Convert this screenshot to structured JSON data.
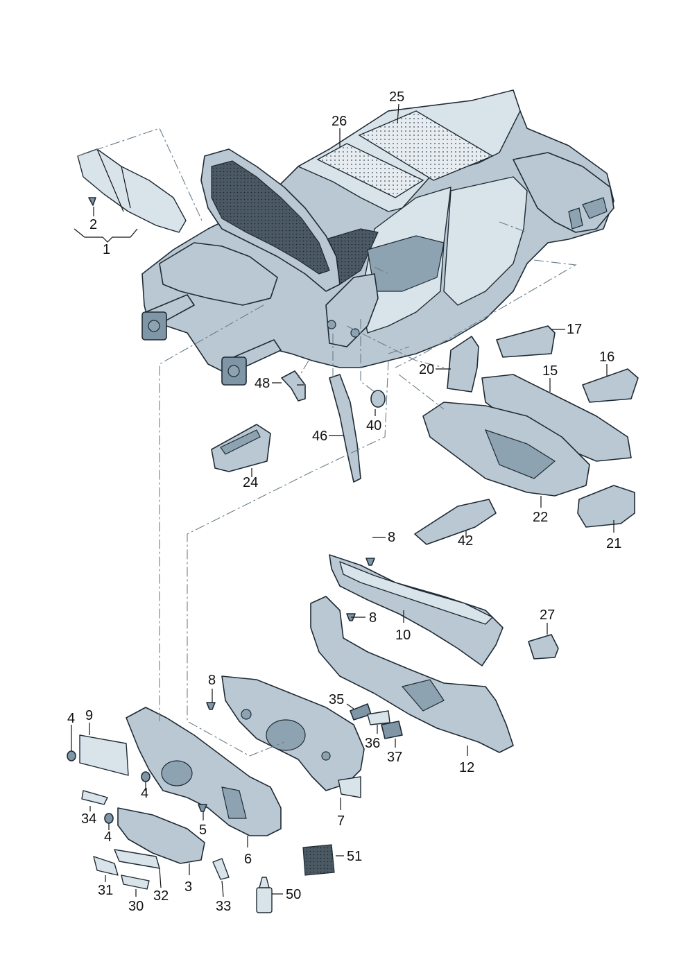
{
  "callouts": [
    {
      "id": "c1",
      "text": "1"
    },
    {
      "id": "c2",
      "text": "2"
    },
    {
      "id": "c3",
      "text": "3"
    },
    {
      "id": "c4a",
      "text": "4"
    },
    {
      "id": "c4b",
      "text": "4"
    },
    {
      "id": "c4c",
      "text": "4"
    },
    {
      "id": "c5",
      "text": "5"
    },
    {
      "id": "c6",
      "text": "6"
    },
    {
      "id": "c7",
      "text": "7"
    },
    {
      "id": "c8a",
      "text": "8"
    },
    {
      "id": "c8b",
      "text": "8"
    },
    {
      "id": "c8c",
      "text": "8"
    },
    {
      "id": "c9",
      "text": "9"
    },
    {
      "id": "c10",
      "text": "10"
    },
    {
      "id": "c12",
      "text": "12"
    },
    {
      "id": "c15",
      "text": "15"
    },
    {
      "id": "c16",
      "text": "16"
    },
    {
      "id": "c17",
      "text": "17"
    },
    {
      "id": "c20",
      "text": "20"
    },
    {
      "id": "c21",
      "text": "21"
    },
    {
      "id": "c22",
      "text": "22"
    },
    {
      "id": "c24",
      "text": "24"
    },
    {
      "id": "c25",
      "text": "25"
    },
    {
      "id": "c26",
      "text": "26"
    },
    {
      "id": "c27",
      "text": "27"
    },
    {
      "id": "c30",
      "text": "30"
    },
    {
      "id": "c31",
      "text": "31"
    },
    {
      "id": "c32",
      "text": "32"
    },
    {
      "id": "c33",
      "text": "33"
    },
    {
      "id": "c34",
      "text": "34"
    },
    {
      "id": "c35",
      "text": "35"
    },
    {
      "id": "c36",
      "text": "36"
    },
    {
      "id": "c37",
      "text": "37"
    },
    {
      "id": "c40",
      "text": "40"
    },
    {
      "id": "c42",
      "text": "42"
    },
    {
      "id": "c46",
      "text": "46"
    },
    {
      "id": "c48",
      "text": "48"
    },
    {
      "id": "c50",
      "text": "50"
    },
    {
      "id": "c51",
      "text": "51"
    }
  ]
}
